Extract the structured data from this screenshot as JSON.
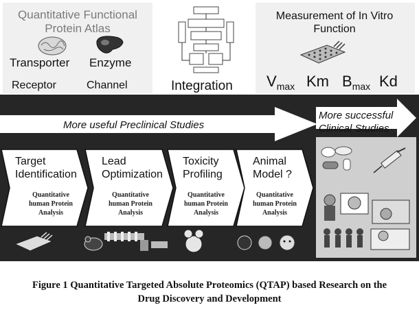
{
  "atlas": {
    "title": "Quantitative Functional Protein Atlas",
    "items": [
      "Transporter",
      "Enzyme",
      "Receptor",
      "Channel"
    ]
  },
  "integration": {
    "label": "Integration"
  },
  "measurement": {
    "title": "Measurement of In Vitro Function",
    "vmax_base": "V",
    "vmax_sub": "max",
    "km": "Km",
    "bmax_base": "B",
    "bmax_sub": "max",
    "kd": "Kd"
  },
  "arrows": {
    "preclinical": "More useful Preclinical Studies",
    "clinical": "More successful Clinical Studies"
  },
  "steps": [
    {
      "title": "Target Identification",
      "subtitle": "Quantitative human Protein Analysis"
    },
    {
      "title": "Lead Optimization",
      "subtitle": "Quantitative human Protein Analysis"
    },
    {
      "title": "Toxicity Profiling",
      "subtitle": "Quantitative human Protein Analysis"
    },
    {
      "title": "Animal Model ?",
      "subtitle": "Quantitative human Protein Analysis"
    }
  ],
  "caption": "Figure 1 Quantitative Targeted Absolute Proteomics (QTAP) based Research on the Drug Discovery and Development",
  "colors": {
    "band": "#262626",
    "panel": "#f0f0f0",
    "step": "#ffffff",
    "clinical_panel": "#cfcfcf"
  }
}
